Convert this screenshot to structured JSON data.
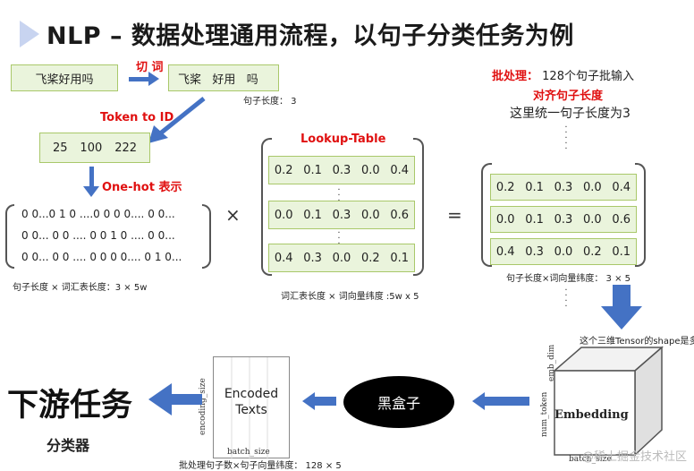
{
  "title": "NLP – 数据处理通用流程，以句子分类任务为例",
  "step1": {
    "input_sentence": "飞桨好用吗",
    "cut_label": "切 词",
    "tokens": "飞桨   好用   吗",
    "length_note": "句子长度： 3"
  },
  "token_to_id": {
    "label": "Token to ID",
    "ids": [
      "25",
      "100",
      "222"
    ]
  },
  "onehot": {
    "label": "One-hot 表示",
    "rows": [
      "0  0...0 1 0 ....0 0 0 0.... 0  0...",
      "0  0... 0 0 .... 0 0 1 0 .... 0  0...",
      "0  0... 0 0 .... 0 0 0 0.... 0 1 0..."
    ],
    "dims_note": "句子长度 × 词汇表长度：3 × 5w"
  },
  "lookup": {
    "label": "Lookup-Table",
    "rows": [
      [
        "0.2",
        "0.1",
        "0.3",
        "0.0",
        "0.4"
      ],
      [
        "0.0",
        "0.1",
        "0.3",
        "0.0",
        "0.6"
      ],
      [
        "0.4",
        "0.3",
        "0.0",
        "0.2",
        "0.1"
      ]
    ],
    "dims_note": "词汇表长度 × 词向量纬度 :5w x 5"
  },
  "operators": {
    "times": "×",
    "equals": "="
  },
  "batch": {
    "label_red": "批处理：",
    "label_text": "128个句子批输入",
    "align_label": "对齐句子长度",
    "unify_note": "这里统一句子长度为3"
  },
  "result": {
    "rows": [
      [
        "0.2",
        "0.1",
        "0.3",
        "0.0",
        "0.4"
      ],
      [
        "0.0",
        "0.1",
        "0.3",
        "0.0",
        "0.6"
      ],
      [
        "0.4",
        "0.3",
        "0.0",
        "0.2",
        "0.1"
      ]
    ],
    "dims_note": "句子长度×词向量纬度： 3 × 5",
    "tensor_note": "这个三维Tensor的shape是多"
  },
  "cube": {
    "label": "Embedding",
    "emb_dim": "emb_dim",
    "num_token": "num_token",
    "batch_size": "batch_size"
  },
  "blackbox": {
    "label": "黑盒子"
  },
  "encoded": {
    "line1": "Encoded",
    "line2": "Texts",
    "encoding_size": "encoding_size",
    "batch_size": "batch_size",
    "dims_note": "批处理句子数×句子向量纬度： 128 × 5"
  },
  "downstream": {
    "title": "下游任务",
    "subtitle": "分类器"
  },
  "watermark": "@稀土掘金技术社区",
  "colors": {
    "accent_blue": "#4472c4",
    "red": "#e01010",
    "green_fill": "#eaf4dc",
    "green_border": "#a9c86a"
  }
}
